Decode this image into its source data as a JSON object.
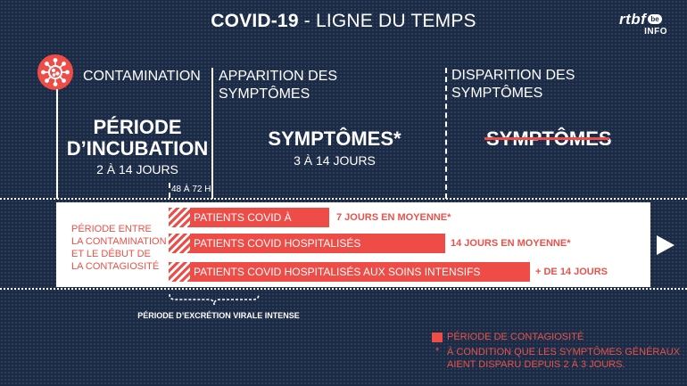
{
  "header": {
    "title_bold": "COVID-19",
    "title_rest": " - LIGNE DU TEMPS"
  },
  "logo": {
    "brand": "rtbf",
    "domain": "be",
    "section": "INFO"
  },
  "phases": {
    "contamination": "CONTAMINATION",
    "apparition_line1": "APPARITION DES",
    "apparition_line2": "SYMPTÔMES",
    "disparition_line1": "DISPARITION DES",
    "disparition_line2": "SYMPTÔMES"
  },
  "incubation": {
    "line1": "PÉRIODE",
    "line2": "D’INCUBATION",
    "duration": "2 À 14 JOURS"
  },
  "symptoms": {
    "label": "SYMPTÔMES*",
    "duration": "3 À 14 JOURS"
  },
  "symptoms_gone": {
    "label": "SYMPTÔMES"
  },
  "window_label": "48 À 72 H",
  "contagion_label": {
    "line1": "PÉRIODE ENTRE",
    "line2": "LA CONTAMINATION",
    "line3": "ET LE DÉBUT DE",
    "line4": "LA CONTAGIOSITÉ"
  },
  "bars": [
    {
      "label": "PATIENTS COVID À DOMICILE",
      "duration": "7 JOURS EN MOYENNE*"
    },
    {
      "label": "PATIENTS COVID HOSPITALISÉS",
      "duration": "14 JOURS EN MOYENNE*"
    },
    {
      "label": "PATIENTS COVID HOSPITALISÉS AUX SOINS INTENSIFS",
      "duration": "+ DE 14 JOURS"
    }
  ],
  "excretion_label": "PÉRIODE D’EXCRÉTION VIRALE INTENSE",
  "legend": {
    "contagion": "PÉRIODE DE CONTAGIOSITÉ",
    "footnote_line1": "À CONDITION QUE LES SYMPTÔMES GÉNÉRAUX",
    "footnote_line2": "AIENT DISPARU DEPUIS 2 À 3 JOURS."
  },
  "colors": {
    "background": "#1b2b45",
    "accent": "#ee4c47",
    "text": "#ffffff"
  },
  "icons": [
    "virus-icon",
    "play-arrow-icon"
  ]
}
